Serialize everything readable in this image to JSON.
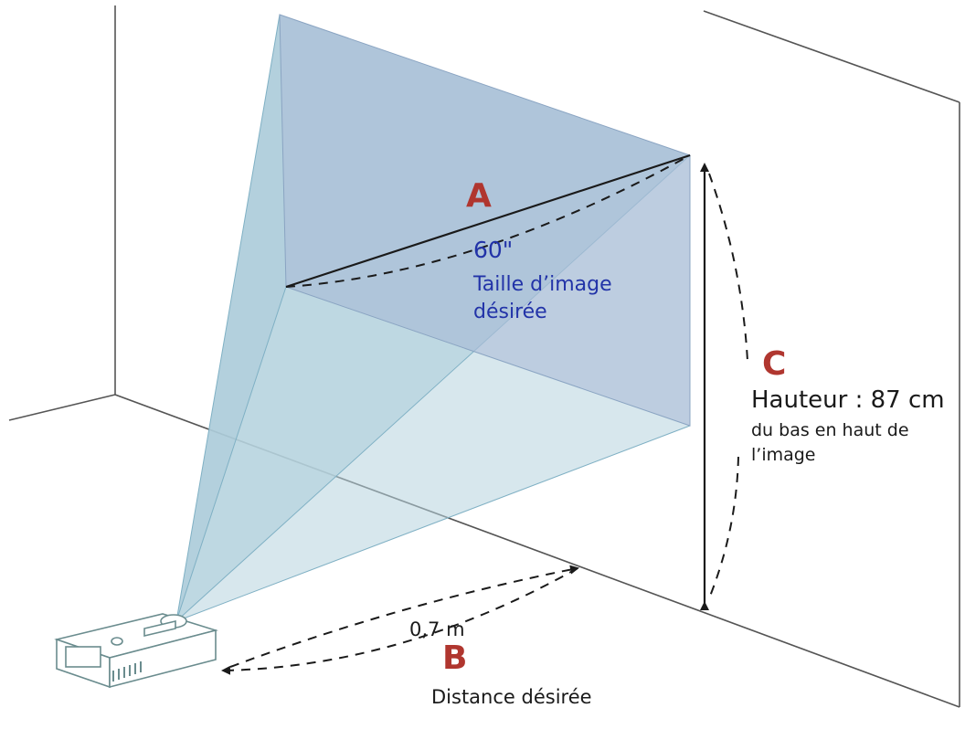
{
  "colors": {
    "beam_fill": "#b6d3df",
    "screen_fill": "#a7bcd6",
    "letter_accent": "#b0362f",
    "size_text": "#2233a8",
    "dark_text": "#1a1a1a",
    "room_lines": "#555555"
  },
  "labels": {
    "size": {
      "letter": "A",
      "value": "60\"",
      "desc_line1": "Taille d’image",
      "desc_line2": "désirée"
    },
    "distance": {
      "letter": "B",
      "value": "0,7 m",
      "desc": "Distance désirée"
    },
    "height": {
      "letter": "C",
      "value": "Hauteur : 87 cm",
      "desc_line1": "du bas en haut de",
      "desc_line2": "l’image"
    }
  },
  "icons": {
    "projector": "projector-icon"
  }
}
